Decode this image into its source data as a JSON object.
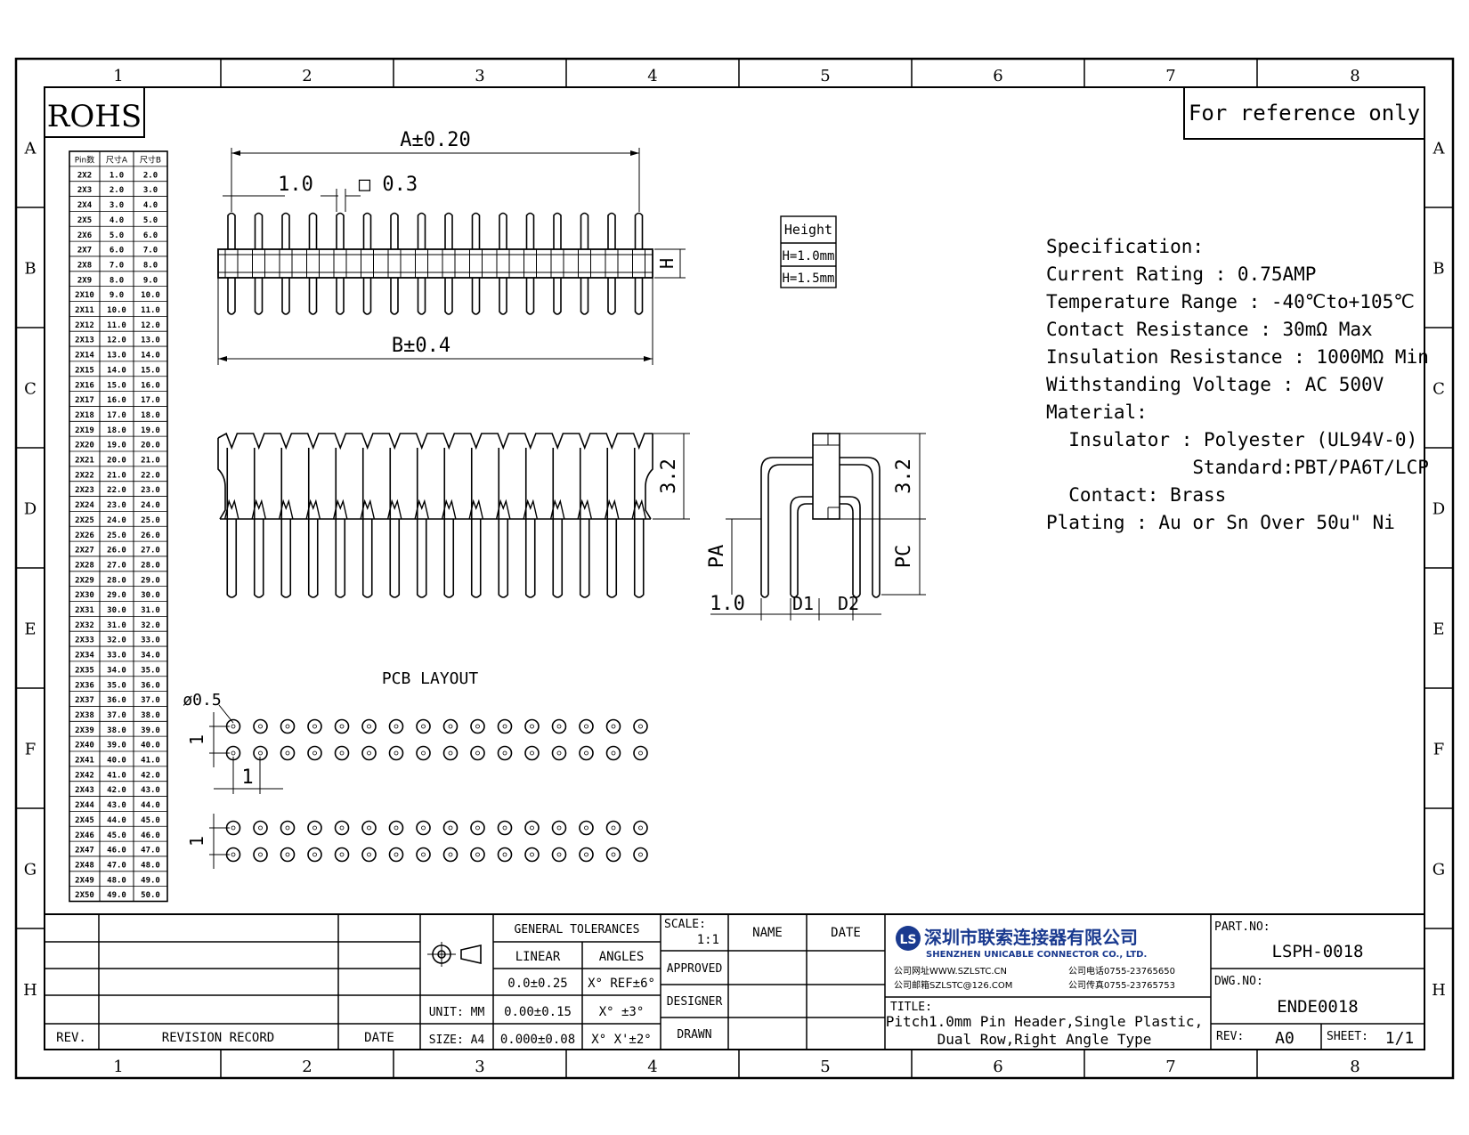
{
  "border": {
    "columns": [
      "1",
      "2",
      "3",
      "4",
      "5",
      "6",
      "7",
      "8"
    ],
    "rows": [
      "A",
      "B",
      "C",
      "D",
      "E",
      "F",
      "G",
      "H"
    ]
  },
  "badges": {
    "rohs": "ROHS",
    "reference": "For reference only"
  },
  "pin_table": {
    "headers": [
      "Pin数",
      "尺寸A",
      "尺寸B"
    ],
    "rows": [
      [
        "2X2",
        "1.0",
        "2.0"
      ],
      [
        "2X3",
        "2.0",
        "3.0"
      ],
      [
        "2X4",
        "3.0",
        "4.0"
      ],
      [
        "2X5",
        "4.0",
        "5.0"
      ],
      [
        "2X6",
        "5.0",
        "6.0"
      ],
      [
        "2X7",
        "6.0",
        "7.0"
      ],
      [
        "2X8",
        "7.0",
        "8.0"
      ],
      [
        "2X9",
        "8.0",
        "9.0"
      ],
      [
        "2X10",
        "9.0",
        "10.0"
      ],
      [
        "2X11",
        "10.0",
        "11.0"
      ],
      [
        "2X12",
        "11.0",
        "12.0"
      ],
      [
        "2X13",
        "12.0",
        "13.0"
      ],
      [
        "2X14",
        "13.0",
        "14.0"
      ],
      [
        "2X15",
        "14.0",
        "15.0"
      ],
      [
        "2X16",
        "15.0",
        "16.0"
      ],
      [
        "2X17",
        "16.0",
        "17.0"
      ],
      [
        "2X18",
        "17.0",
        "18.0"
      ],
      [
        "2X19",
        "18.0",
        "19.0"
      ],
      [
        "2X20",
        "19.0",
        "20.0"
      ],
      [
        "2X21",
        "20.0",
        "21.0"
      ],
      [
        "2X22",
        "21.0",
        "22.0"
      ],
      [
        "2X23",
        "22.0",
        "23.0"
      ],
      [
        "2X24",
        "23.0",
        "24.0"
      ],
      [
        "2X25",
        "24.0",
        "25.0"
      ],
      [
        "2X26",
        "25.0",
        "26.0"
      ],
      [
        "2X27",
        "26.0",
        "27.0"
      ],
      [
        "2X28",
        "27.0",
        "28.0"
      ],
      [
        "2X29",
        "28.0",
        "29.0"
      ],
      [
        "2X30",
        "29.0",
        "30.0"
      ],
      [
        "2X31",
        "30.0",
        "31.0"
      ],
      [
        "2X32",
        "31.0",
        "32.0"
      ],
      [
        "2X33",
        "32.0",
        "33.0"
      ],
      [
        "2X34",
        "33.0",
        "34.0"
      ],
      [
        "2X35",
        "34.0",
        "35.0"
      ],
      [
        "2X36",
        "35.0",
        "36.0"
      ],
      [
        "2X37",
        "36.0",
        "37.0"
      ],
      [
        "2X38",
        "37.0",
        "38.0"
      ],
      [
        "2X39",
        "38.0",
        "39.0"
      ],
      [
        "2X40",
        "39.0",
        "40.0"
      ],
      [
        "2X41",
        "40.0",
        "41.0"
      ],
      [
        "2X42",
        "41.0",
        "42.0"
      ],
      [
        "2X43",
        "42.0",
        "43.0"
      ],
      [
        "2X44",
        "43.0",
        "44.0"
      ],
      [
        "2X45",
        "44.0",
        "45.0"
      ],
      [
        "2X46",
        "45.0",
        "46.0"
      ],
      [
        "2X47",
        "46.0",
        "47.0"
      ],
      [
        "2X48",
        "47.0",
        "48.0"
      ],
      [
        "2X49",
        "48.0",
        "49.0"
      ],
      [
        "2X50",
        "49.0",
        "50.0"
      ]
    ]
  },
  "dims": {
    "a": "A±0.20",
    "b": "B±0.4",
    "pitch": "1.0",
    "square": "□ 0.3",
    "h": "H",
    "h32a": "3.2",
    "h32b": "3.2",
    "pa": "PA",
    "pc": "PC",
    "d1": "D1",
    "d2": "D2",
    "one": "1.0"
  },
  "height_table": {
    "title": "Height",
    "rows": [
      "H=1.0mm",
      "H=1.5mm"
    ]
  },
  "pcb": {
    "title": "PCB LAYOUT",
    "hole": "ø0.5",
    "v1": "1",
    "h1": "1",
    "v2": "1"
  },
  "spec": {
    "lines": [
      "Specification:",
      "Current Rating : 0.75AMP",
      "Temperature Range : -40℃to+105℃",
      "Contact Resistance : 30mΩ Max",
      "Insulation Resistance : 1000MΩ Min",
      "Withstanding Voltage : AC 500V",
      "Material:",
      "  Insulator : Polyester (UL94V-0)",
      "             Standard:PBT/PA6T/LCP",
      "  Contact: Brass",
      "Plating : Au or Sn Over 50u\" Ni"
    ]
  },
  "title_block": {
    "rev_label": "REV.",
    "revision_record": "REVISION RECORD",
    "date": "DATE",
    "unit": "UNIT: MM",
    "size": "SIZE: A4",
    "general_tolerances": "GENERAL TOLERANCES",
    "linear": "LINEAR",
    "angles": "ANGLES",
    "lin1": "0.0±0.25",
    "lin2": "0.00±0.15",
    "lin3": "0.000±0.08",
    "ang1": "X° REF±6°",
    "ang2": "X° ±3°",
    "ang3": "X° X'±2°",
    "scale_label": "SCALE:",
    "scale_value": "1:1",
    "name": "NAME",
    "date2": "DATE",
    "approved": "APPROVED",
    "designer": "DESIGNER",
    "drawn": "DRAWN",
    "company_cn": "深圳市联索连接器有限公司",
    "company_en": "SHENZHEN UNICABLE CONNECTOR CO., LTD.",
    "web": "公司网址WWW.SZLSTC.CN",
    "email": "公司邮箱SZLSTC@126.COM",
    "tel": "公司电话0755-23765650",
    "fax": "公司传真0755-23765753",
    "title_label": "TITLE:",
    "title_line1": "Pitch1.0mm Pin Header,Single Plastic,",
    "title_line2": "Dual Row,Right Angle Type",
    "part_label": "PART.NO:",
    "part_value": "LSPH-0018",
    "dwg_label": "DWG.NO:",
    "dwg_value": "ENDE0018",
    "rev_value_label": "REV:",
    "rev_value": "A0",
    "sheet_label": "SHEET:",
    "sheet_value": "1/1",
    "logo": "LS"
  }
}
